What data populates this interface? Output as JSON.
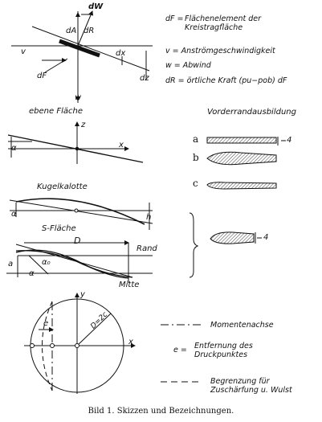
{
  "labels": {
    "dW": "dW",
    "dA": "dA",
    "dR": "dR",
    "v": "v",
    "dx": "dx",
    "dz": "dz",
    "dF": "dF",
    "w": "w",
    "ebene_flaeche": "ebene  Fläche",
    "z": "z",
    "x": "x",
    "alpha": "α",
    "kugelkalotte": "Kugelkalotte",
    "h": "h",
    "s_flaeche": "S-Fläche",
    "D": "D",
    "rand": "Rand",
    "a": "a",
    "alpha0": "α₀",
    "mitte": "Mitte",
    "y": "y",
    "e": "e",
    "D_eq": "D=2c"
  },
  "legend": {
    "dF_sym": "dF =",
    "dF_def_1": "Flächenelement  der",
    "dF_def_2": "Kreistragfläche",
    "v_def": "v  =  Anströmgeschwindigkeit",
    "w_def": "w  =  Abwind",
    "dR_def": "dR =  örtliche  Kraft  (pu−pob) dF"
  },
  "vorderrand": {
    "title": "Vorderrandausbildung",
    "a": "a",
    "b": "b",
    "c": "c",
    "dim": "4",
    "dim2": "4"
  },
  "bottom_legend": {
    "moment": "Momentenachse",
    "e_sym": "e =",
    "e_def_1": "Entfernung  des",
    "e_def_2": "Druckpunktes",
    "begr_1": "Begrenzung  für",
    "begr_2": "Zuschärfung u. Wulst"
  },
  "caption": "Bild 1.  Skizzen und Bezeichnungen."
}
